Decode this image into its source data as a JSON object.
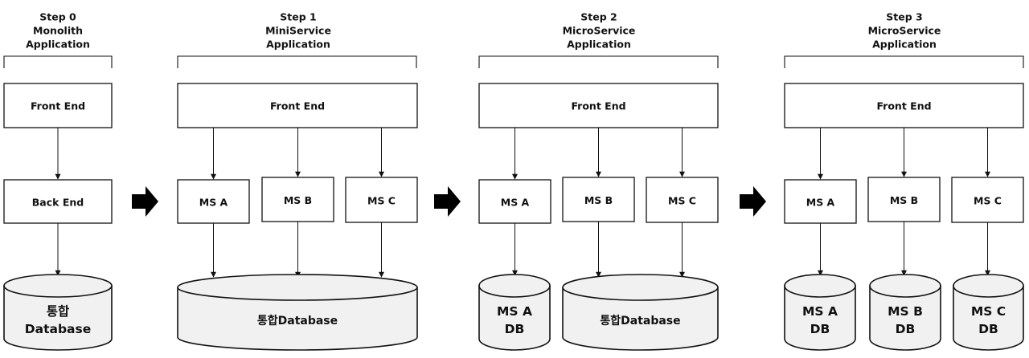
{
  "colors": {
    "stroke": "#111111",
    "cylinder_fill": "#f1f1f1",
    "box_fill": "#ffffff",
    "arrow": "#000000"
  },
  "steps": [
    {
      "title": [
        "Step 0",
        "Monolith",
        "Application"
      ],
      "front": "Front End",
      "middle": [
        "Back End"
      ],
      "dbs": [
        {
          "lines": [
            "통합",
            "Database"
          ]
        }
      ]
    },
    {
      "title": [
        "Step 1",
        "MiniService",
        "Application"
      ],
      "front": "Front End",
      "middle": [
        "MS A",
        "MS B",
        "MS C"
      ],
      "dbs": [
        {
          "lines": [
            "통합Database"
          ]
        }
      ]
    },
    {
      "title": [
        "Step 2",
        "MicroService",
        "Application"
      ],
      "front": "Front End",
      "middle": [
        "MS A",
        "MS B",
        "MS C"
      ],
      "dbs": [
        {
          "lines": [
            "MS A",
            "DB"
          ]
        },
        {
          "lines": [
            "통합Database"
          ]
        }
      ]
    },
    {
      "title": [
        "Step 3",
        "MicroService",
        "Application"
      ],
      "front": "Front End",
      "middle": [
        "MS A",
        "MS B",
        "MS C"
      ],
      "dbs": [
        {
          "lines": [
            "MS A",
            "DB"
          ]
        },
        {
          "lines": [
            "MS B",
            "DB"
          ]
        },
        {
          "lines": [
            "MS C",
            "DB"
          ]
        }
      ]
    }
  ]
}
